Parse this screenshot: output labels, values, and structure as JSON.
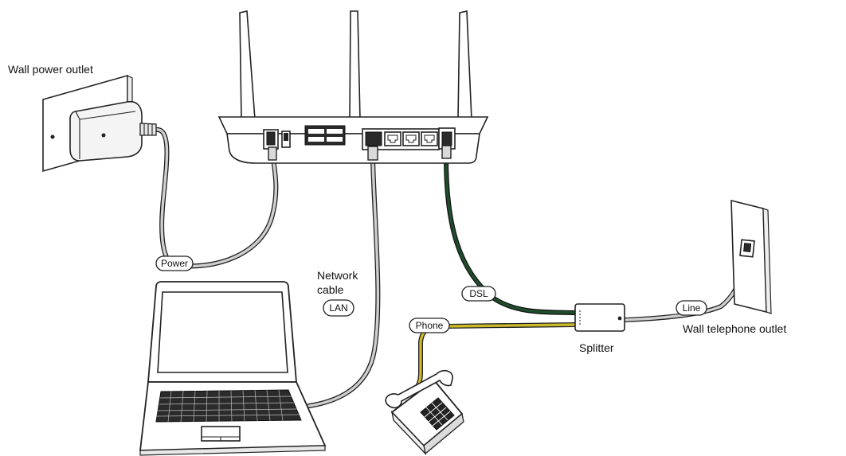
{
  "labels": {
    "wall_power_outlet": "Wall power outlet",
    "network_cable_line1": "Network",
    "network_cable_line2": "cable",
    "wall_telephone_outlet": "Wall telephone outlet",
    "splitter": "Splitter"
  },
  "tags": {
    "power": "Power",
    "lan": "LAN",
    "dsl": "DSL",
    "phone": "Phone",
    "line": "Line"
  },
  "colors": {
    "cable_grey": "#c8c8c8",
    "dsl_cable": "#1f4d2c",
    "phone_cable": "#c9b82a",
    "outline": "#222222"
  }
}
